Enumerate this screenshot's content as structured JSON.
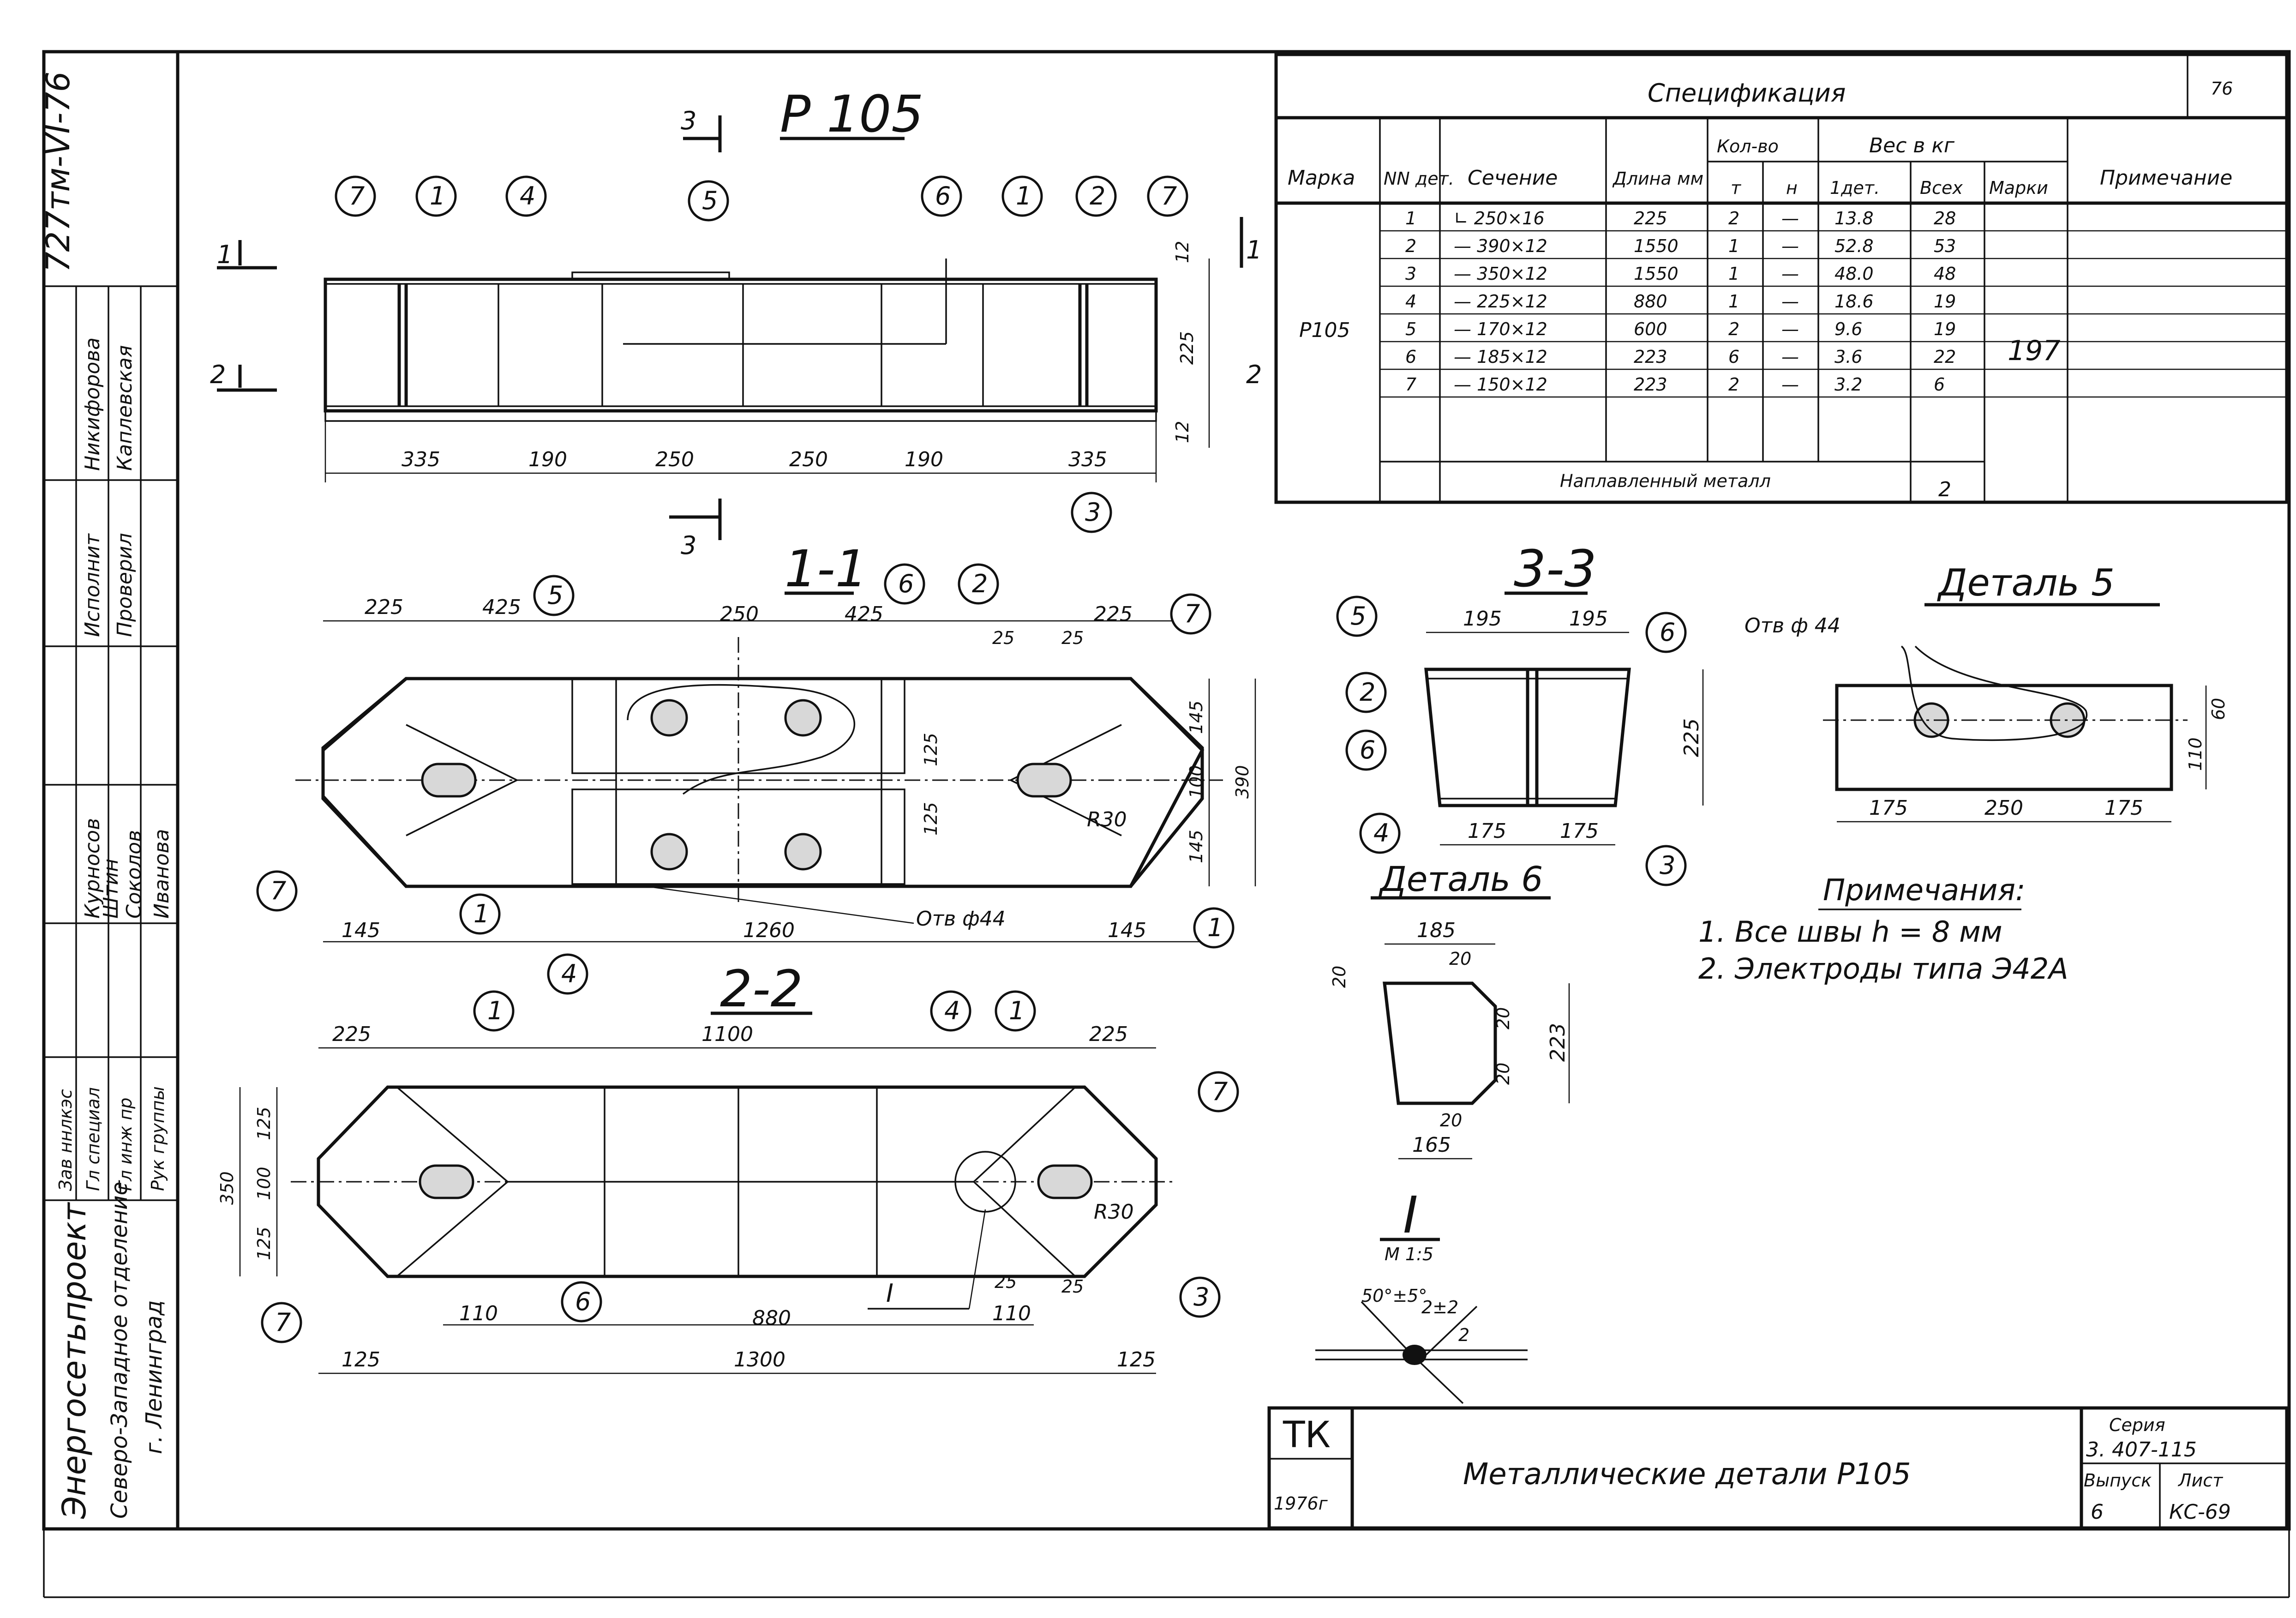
{
  "sheet": {
    "page_number": "76",
    "doc_code": "727тм-VI-76",
    "main_title": "Р 105"
  },
  "views": {
    "section_1_1": "1-1",
    "section_2_2": "2-2",
    "section_3_3": "3-3",
    "detail_5_title": "Деталь 5",
    "detail_6_title": "Деталь 6",
    "node_I": "I",
    "node_I_scale": "М 1:5"
  },
  "section_markers": {
    "s1": "1",
    "s2": "2",
    "s3": "3"
  },
  "parts": [
    "1",
    "2",
    "3",
    "4",
    "5",
    "6",
    "7"
  ],
  "labels": {
    "hole_d44": "Отв ф44",
    "radius_r30": "R30",
    "detail5_hole": "Отв ф 44"
  },
  "dims": {
    "main": [
      "335",
      "190",
      "250",
      "250",
      "190",
      "335",
      "12",
      "225",
      "12"
    ],
    "s11_top": [
      "225",
      "425",
      "250",
      "425",
      "225",
      "25",
      "25"
    ],
    "s11_bottom": [
      "145",
      "1260",
      "145"
    ],
    "s11_right": [
      "145",
      "100",
      "145",
      "390",
      "125",
      "125"
    ],
    "s22_top": [
      "225",
      "1100",
      "225"
    ],
    "s22_bottom_a": [
      "110",
      "880",
      "110",
      "25",
      "25"
    ],
    "s22_bottom_b": [
      "125",
      "1300",
      "125"
    ],
    "s22_left": [
      "125",
      "100",
      "125",
      "350"
    ],
    "s33": [
      "195",
      "195",
      "225",
      "175",
      "175"
    ],
    "d6": [
      "185",
      "20",
      "20",
      "20",
      "20",
      "20",
      "223",
      "165"
    ],
    "d5": [
      "175",
      "250",
      "175",
      "60",
      "110"
    ],
    "node": [
      "50°±5°",
      "2±2",
      "2"
    ]
  },
  "spec": {
    "title": "Спецификация",
    "headers": {
      "mark": "Марка",
      "no": "NN дет.",
      "section": "Сечение",
      "length": "Длина мм",
      "qty": "Кол-во",
      "qty_t": "т",
      "qty_n": "н",
      "weight": "Вес в кг",
      "w_one": "1дет.",
      "w_all": "Всех",
      "w_mark": "Марки",
      "note": "Примечание"
    },
    "mark_value": "Р105",
    "mark_weight": "197",
    "rows": [
      {
        "no": "1",
        "section": "∟ 250×16",
        "length": "225",
        "t": "2",
        "n": "—",
        "one": "13.8",
        "all": "28"
      },
      {
        "no": "2",
        "section": "— 390×12",
        "length": "1550",
        "t": "1",
        "n": "—",
        "one": "52.8",
        "all": "53"
      },
      {
        "no": "3",
        "section": "— 350×12",
        "length": "1550",
        "t": "1",
        "n": "—",
        "one": "48.0",
        "all": "48"
      },
      {
        "no": "4",
        "section": "— 225×12",
        "length": "880",
        "t": "1",
        "n": "—",
        "one": "18.6",
        "all": "19"
      },
      {
        "no": "5",
        "section": "— 170×12",
        "length": "600",
        "t": "2",
        "n": "—",
        "one": "9.6",
        "all": "19"
      },
      {
        "no": "6",
        "section": "— 185×12",
        "length": "223",
        "t": "6",
        "n": "—",
        "one": "3.6",
        "all": "22"
      },
      {
        "no": "7",
        "section": "— 150×12",
        "length": "223",
        "t": "2",
        "n": "—",
        "one": "3.2",
        "all": "6"
      }
    ],
    "weld_metal": "Наплавленный   металл",
    "weld_weight": "2"
  },
  "notes": {
    "title": "Примечания:",
    "items": [
      "1. Все   швы  h = 8 мм",
      "2. Электроды  типа  Э42А"
    ]
  },
  "title_block": {
    "tk": "ТК",
    "year": "1976г",
    "name": "Металлические  детали  Р105",
    "series_label": "Серия",
    "series": "3. 407-115",
    "issue_label": "Выпуск",
    "issue": "6",
    "sheet_label": "Лист",
    "sheet": "КС-69"
  },
  "side_stamp": {
    "org": "Энергосетьпроект",
    "branch": "Северо-Западное отделение",
    "city": "г. Ленинград",
    "roles": [
      "Исполнит",
      "Проверил",
      "Зав ннлкэс",
      "Гл специал",
      "Гл инж пр",
      "Рук группы"
    ],
    "names": [
      "Никифорова",
      "Каплевская",
      "Курносов",
      "Штин",
      "Соколов",
      "Иванова"
    ]
  }
}
